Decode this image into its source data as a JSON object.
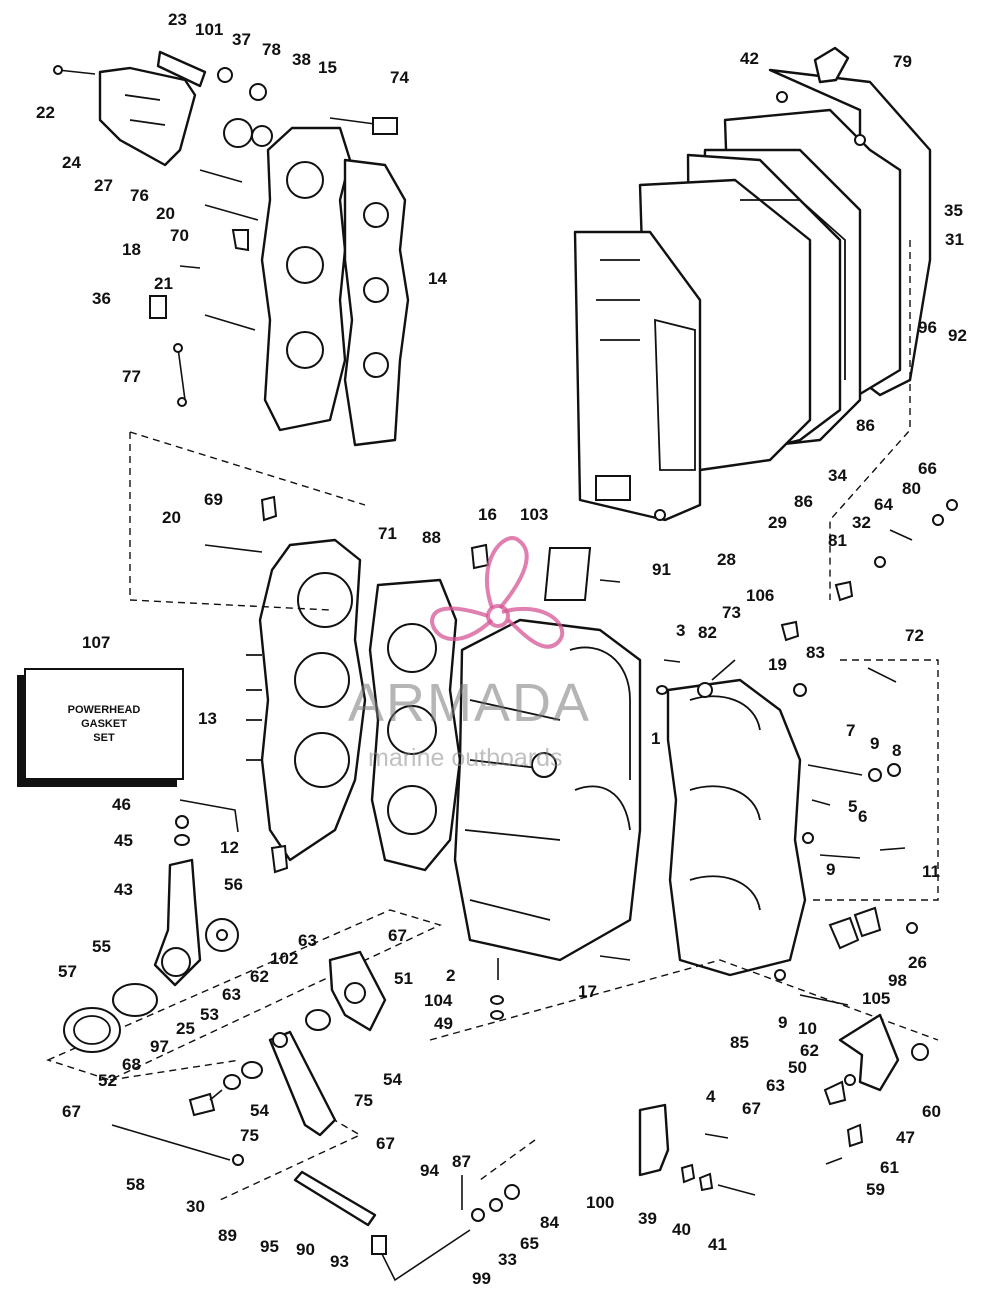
{
  "kit_box": {
    "number": "107",
    "lines": [
      "POWERHEAD",
      "GASKET",
      "SET"
    ]
  },
  "watermark": {
    "brand": "ARMADA",
    "sub": "marine outboards"
  },
  "callouts": [
    {
      "n": "23"
    },
    {
      "n": "101"
    },
    {
      "n": "37"
    },
    {
      "n": "78"
    },
    {
      "n": "38"
    },
    {
      "n": "15"
    },
    {
      "n": "74"
    },
    {
      "n": "22"
    },
    {
      "n": "24"
    },
    {
      "n": "27"
    },
    {
      "n": "76"
    },
    {
      "n": "20"
    },
    {
      "n": "70"
    },
    {
      "n": "18"
    },
    {
      "n": "14"
    },
    {
      "n": "21"
    },
    {
      "n": "36"
    },
    {
      "n": "77"
    },
    {
      "n": "42"
    },
    {
      "n": "79"
    },
    {
      "n": "35"
    },
    {
      "n": "31"
    },
    {
      "n": "96"
    },
    {
      "n": "92"
    },
    {
      "n": "86"
    },
    {
      "n": "34"
    },
    {
      "n": "86"
    },
    {
      "n": "29"
    },
    {
      "n": "28"
    },
    {
      "n": "66"
    },
    {
      "n": "80"
    },
    {
      "n": "64"
    },
    {
      "n": "32"
    },
    {
      "n": "81"
    },
    {
      "n": "69"
    },
    {
      "n": "20"
    },
    {
      "n": "71"
    },
    {
      "n": "88"
    },
    {
      "n": "16"
    },
    {
      "n": "103"
    },
    {
      "n": "91"
    },
    {
      "n": "106"
    },
    {
      "n": "3"
    },
    {
      "n": "82"
    },
    {
      "n": "73"
    },
    {
      "n": "72"
    },
    {
      "n": "19"
    },
    {
      "n": "83"
    },
    {
      "n": "13"
    },
    {
      "n": "1"
    },
    {
      "n": "7"
    },
    {
      "n": "9"
    },
    {
      "n": "8"
    },
    {
      "n": "5"
    },
    {
      "n": "6"
    },
    {
      "n": "9"
    },
    {
      "n": "11"
    },
    {
      "n": "46"
    },
    {
      "n": "45"
    },
    {
      "n": "12"
    },
    {
      "n": "43"
    },
    {
      "n": "56"
    },
    {
      "n": "55"
    },
    {
      "n": "57"
    },
    {
      "n": "63"
    },
    {
      "n": "67"
    },
    {
      "n": "102"
    },
    {
      "n": "62"
    },
    {
      "n": "63"
    },
    {
      "n": "51"
    },
    {
      "n": "53"
    },
    {
      "n": "25"
    },
    {
      "n": "2"
    },
    {
      "n": "104"
    },
    {
      "n": "49"
    },
    {
      "n": "17"
    },
    {
      "n": "26"
    },
    {
      "n": "98"
    },
    {
      "n": "105"
    },
    {
      "n": "9"
    },
    {
      "n": "10"
    },
    {
      "n": "85"
    },
    {
      "n": "97"
    },
    {
      "n": "68"
    },
    {
      "n": "52"
    },
    {
      "n": "54"
    },
    {
      "n": "75"
    },
    {
      "n": "67"
    },
    {
      "n": "54"
    },
    {
      "n": "75"
    },
    {
      "n": "62"
    },
    {
      "n": "50"
    },
    {
      "n": "47"
    },
    {
      "n": "60"
    },
    {
      "n": "63"
    },
    {
      "n": "67"
    },
    {
      "n": "4"
    },
    {
      "n": "58"
    },
    {
      "n": "30"
    },
    {
      "n": "67"
    },
    {
      "n": "94"
    },
    {
      "n": "87"
    },
    {
      "n": "84"
    },
    {
      "n": "65"
    },
    {
      "n": "33"
    },
    {
      "n": "100"
    },
    {
      "n": "39"
    },
    {
      "n": "40"
    },
    {
      "n": "41"
    },
    {
      "n": "61"
    },
    {
      "n": "59"
    },
    {
      "n": "89"
    },
    {
      "n": "95"
    },
    {
      "n": "90"
    },
    {
      "n": "93"
    },
    {
      "n": "99"
    }
  ]
}
